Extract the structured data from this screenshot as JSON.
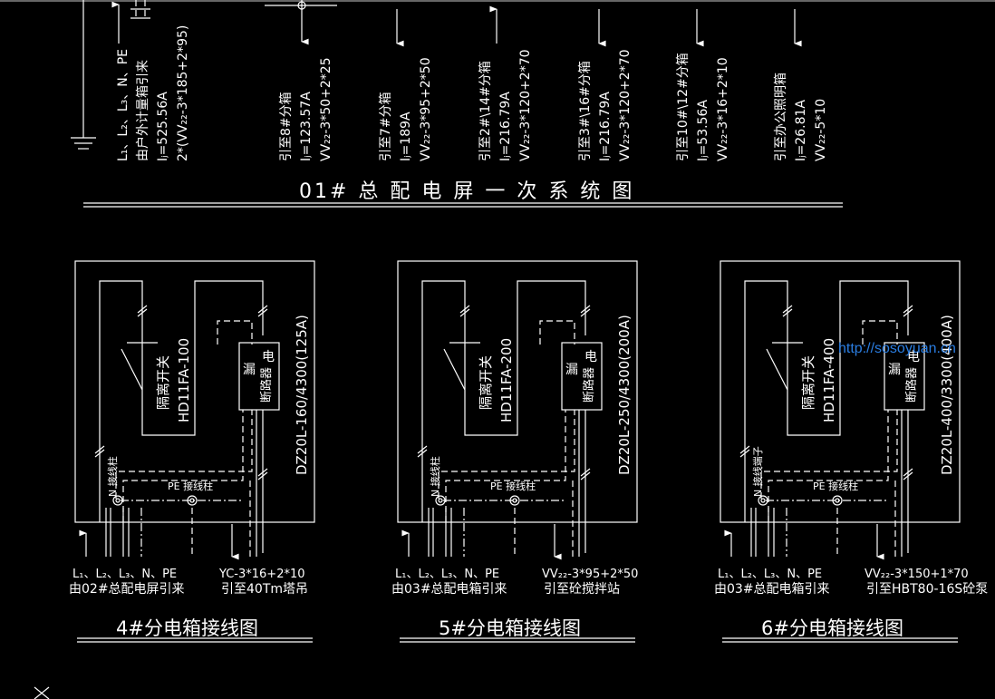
{
  "top": {
    "title": "01# 总 配 电 屏 一 次 系 统 图",
    "feeders": [
      {
        "lines": [
          "L₁、L₂、L₃、N、PE",
          "由户外计量箱引来",
          "Iⱼ=525.56A",
          "2*(VV₂₂-3*185+2*95)"
        ]
      },
      {
        "lines": [
          "引至8#分箱",
          "Iⱼ=123.57A",
          "VV₂₂-3*50+2*25"
        ]
      },
      {
        "lines": [
          "引至7#分箱",
          "Iⱼ=189A",
          "VV₂₂-3*95+2*50"
        ]
      },
      {
        "lines": [
          "引至2#\\14#分箱",
          "Iⱼ=216.79A",
          "VV₂₂-3*120+2*70"
        ]
      },
      {
        "lines": [
          "引至3#\\16#分箱",
          "Iⱼ=216.79A",
          "VV₂₂-3*120+2*70"
        ]
      },
      {
        "lines": [
          "引至10#\\12#分箱",
          "Iⱼ=53.56A",
          "VV₂₂-3*16+2*10"
        ]
      },
      {
        "lines": [
          "引至办公照明箱",
          "Iⱼ=26.81A",
          "VV₂₂-5*10"
        ]
      }
    ]
  },
  "boxes": [
    {
      "switch_label": "隔离开关",
      "switch_model": "HD11FA-100",
      "breaker_label_1": "漏",
      "breaker_label_2": "电",
      "breaker_label_3": "断路器",
      "breaker_model": "DZ20L-160/4300(125A)",
      "n_label": "N 接线柱",
      "pe_label": "PE 接线柱",
      "in_line1": "L₁、L₂、L₃、N、PE",
      "in_line2": "由02#总配电屏引来",
      "out_line1": "YC-3*16+2*10",
      "out_line2": "引至40Tm塔吊",
      "title": "4#分电箱接线图"
    },
    {
      "switch_label": "隔离开关",
      "switch_model": "HD11FA-200",
      "breaker_label_1": "漏",
      "breaker_label_2": "电",
      "breaker_label_3": "断路器",
      "breaker_model": "DZ20L-250/4300(200A)",
      "n_label": "N 接线柱",
      "pe_label": "PE 接线柱",
      "in_line1": "L₁、L₂、L₃、N、PE",
      "in_line2": "由03#总配电箱引来",
      "out_line1": "VV₂₂-3*95+2*50",
      "out_line2": "引至砼搅拌站",
      "title": "5#分电箱接线图"
    },
    {
      "switch_label": "隔离开关",
      "switch_model": "HD11FA-400",
      "breaker_label_1": "漏",
      "breaker_label_2": "电",
      "breaker_label_3": "断路器",
      "breaker_model": "DZ20L-400/3300(400A)",
      "n_label": "N 接线端子",
      "pe_label": "PE 接线柱",
      "in_line1": "L₁、L₂、L₃、N、PE",
      "in_line2": "由03#总配电箱引来",
      "out_line1": "VV₂₂-3*150+1*70",
      "out_line2": "引至HBT80-16S砼泵",
      "title": "6#分电箱接线图"
    }
  ],
  "watermark": "http://sosoyuan.cn"
}
